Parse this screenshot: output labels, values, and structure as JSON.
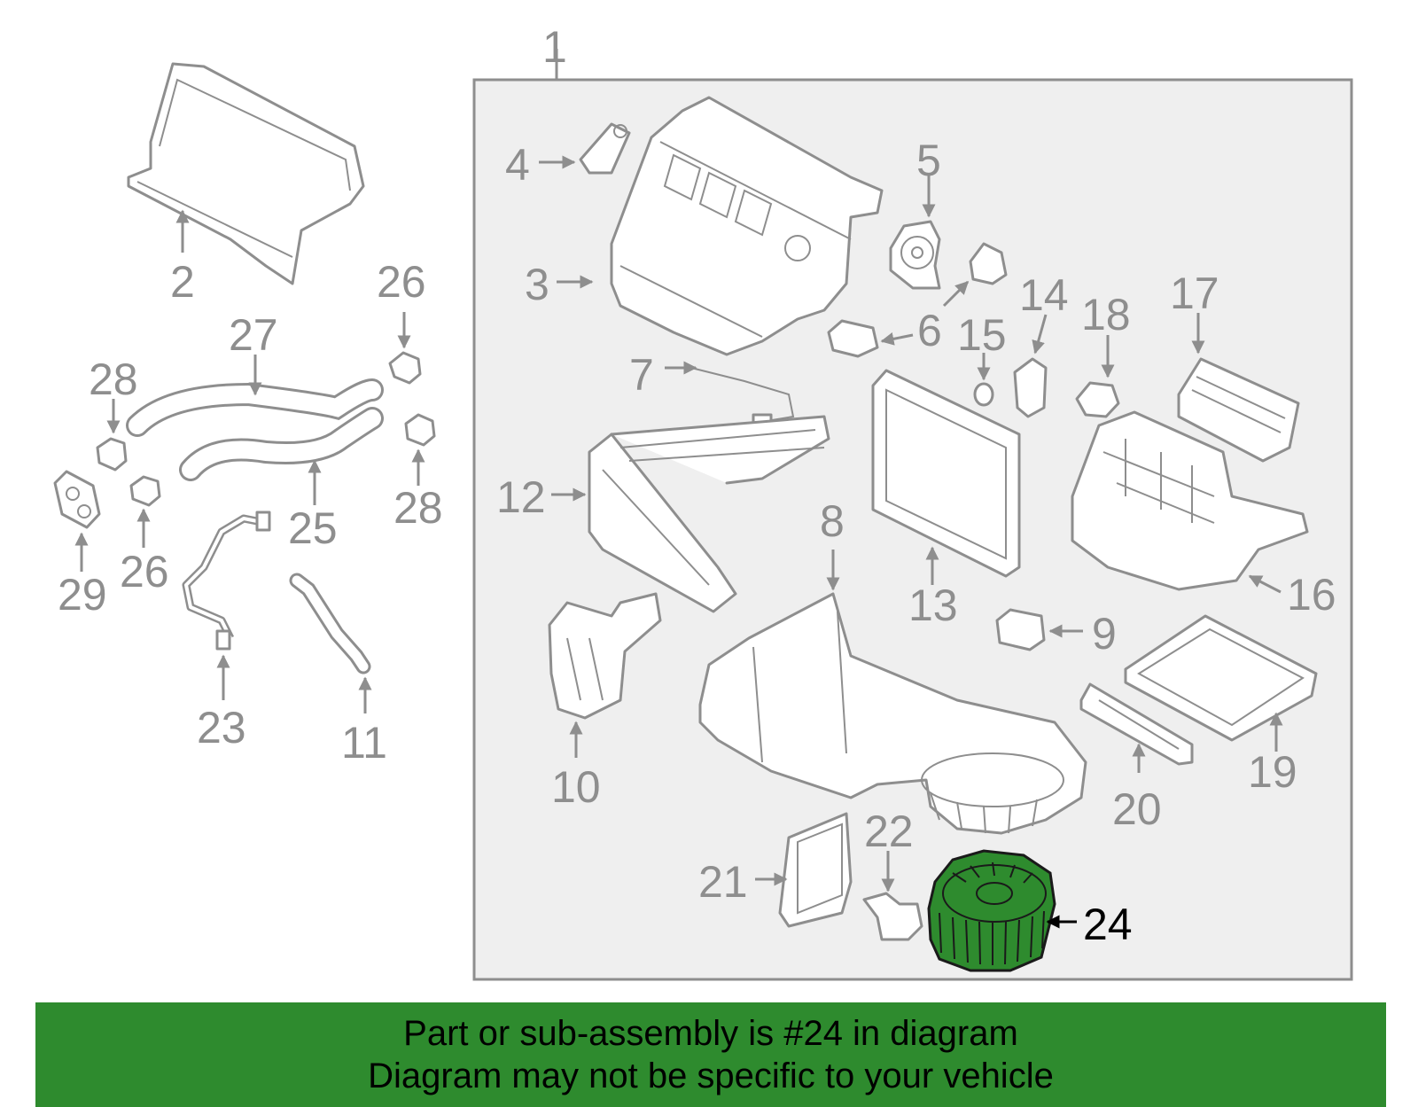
{
  "colors": {
    "highlight": "#2e8b2e",
    "banner": "#2e8b2e",
    "part_stroke": "#8e8e8e",
    "panel": "#efefef"
  },
  "callouts": [
    "1",
    "2",
    "3",
    "4",
    "5",
    "6",
    "7",
    "8",
    "9",
    "10",
    "11",
    "12",
    "13",
    "14",
    "15",
    "16",
    "17",
    "18",
    "19",
    "20",
    "21",
    "22",
    "23",
    "24",
    "25",
    "26",
    "26",
    "27",
    "28",
    "28",
    "29"
  ],
  "highlighted_part": "24",
  "banner": {
    "line1": "Part or sub-assembly is #24 in diagram",
    "line2": "Diagram may not be specific to your vehicle"
  }
}
